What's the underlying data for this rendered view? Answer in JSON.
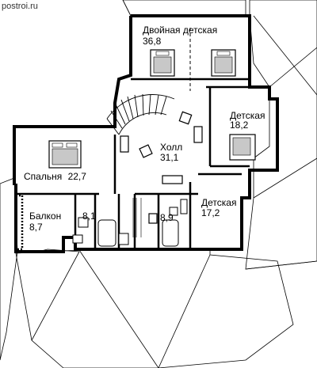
{
  "watermark": "postroi.ru",
  "rooms": [
    {
      "key": "double_kids",
      "name": "Двойная детская",
      "area": "36,8"
    },
    {
      "key": "kids_1",
      "name": "Детская",
      "area": "18,2"
    },
    {
      "key": "hall",
      "name": "Холл",
      "area": "31,1"
    },
    {
      "key": "bedroom",
      "name": "Спальня",
      "area": "22,7"
    },
    {
      "key": "balcony",
      "name": "Балкон",
      "area": "8,7"
    },
    {
      "key": "bath_1",
      "name": "",
      "area": "8,1"
    },
    {
      "key": "bath_2",
      "name": "",
      "area": "8,9"
    },
    {
      "key": "kids_2",
      "name": "Детская",
      "area": "17,2"
    }
  ],
  "colors": {
    "wall": "#000000",
    "roof_line": "#000000",
    "fill": "#ffffff",
    "bed_fill": "#c8c8c8"
  }
}
